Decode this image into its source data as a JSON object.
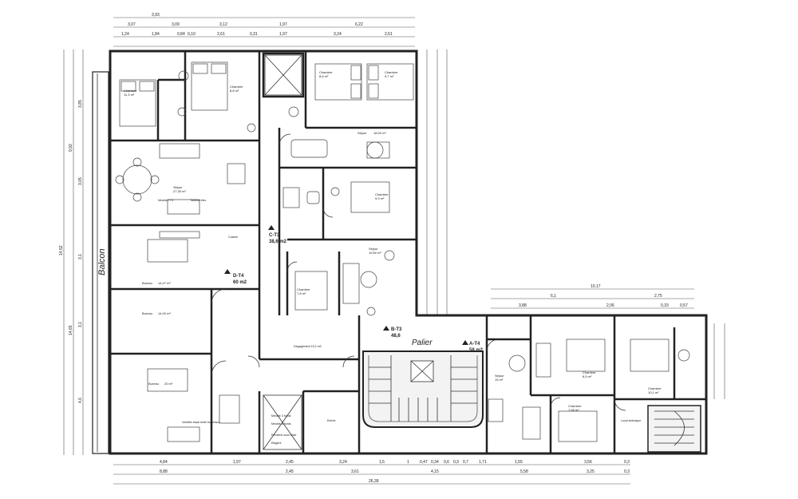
{
  "plan": {
    "balcony_label": "Balcon",
    "landing_label": "Palier",
    "units": [
      {
        "id": "C-T3",
        "area": "38,6 m2"
      },
      {
        "id": "D-T4",
        "area": "60 m2"
      },
      {
        "id": "B-T3",
        "area": "48,6"
      },
      {
        "id": "A-T4",
        "area": "58 m2"
      }
    ],
    "rooms": [
      {
        "name": "Chambre",
        "area": "11,3 m²"
      },
      {
        "name": "Chambre",
        "area": "8,8 m²"
      },
      {
        "name": "Chambre",
        "area": "8,6 m²"
      },
      {
        "name": "Chambre",
        "area": "9,7 m²"
      },
      {
        "name": "Séjour",
        "area": "18,00 m²"
      },
      {
        "name": "Séjour",
        "area": "27,30 m²"
      },
      {
        "name": "Chambre",
        "area": "9,9 m²"
      },
      {
        "name": "Séjour",
        "area": "19,60 m²"
      },
      {
        "name": "Chambre",
        "area": "7,8 m²"
      },
      {
        "name": "Bureau",
        "area": "14,07 m²"
      },
      {
        "name": "Bureau",
        "area": "14,00 m²"
      },
      {
        "name": "Bureau",
        "area": "20 m²"
      },
      {
        "name": "Séjour",
        "area": "19 m²"
      },
      {
        "name": "Chambre",
        "area": "8,5 m²"
      },
      {
        "name": "Chambre",
        "area": "10,1 m²"
      },
      {
        "name": "Chambre",
        "area": "7,58 m²"
      }
    ],
    "annotations": {
      "meuble_tv": "Meuble +TV",
      "tableau_elec": "Tableau élec.",
      "ventiles": "Ventilés essai\nboîte fourreaux",
      "meuble_3a": "Meuble 3 fonds",
      "meuble_3b": "Meuble 3 fonds",
      "penderie": "Penderie sous linier",
      "etagere": "Etagère",
      "local_tech": "Local technique",
      "degagement": "Dégagement 15,2 m2",
      "entree": "Entrée",
      "cuisine": "Cuisine"
    },
    "dims_top": [
      "3,93",
      "3,07",
      "3,09",
      "3,12",
      "1,97",
      "6,22"
    ],
    "dims_top2": [
      "1,24",
      "1,84",
      "0,84",
      "0,10",
      "2,61",
      "0,31",
      "1,97",
      "3,24",
      "2,61"
    ],
    "dims_bottom": [
      "4,84",
      "1,97",
      "2,45",
      "3,24",
      "1,5",
      "1",
      "0,47",
      "0,34",
      "0,6",
      "0,3",
      "0,7",
      "1,71",
      "1,55",
      "3,56",
      "0,3"
    ],
    "dims_bottom2": [
      "8,88",
      "2,45",
      "3,61",
      "4,15",
      "5,58",
      "3,25",
      "0,3"
    ],
    "dim_total": "26,39",
    "dims_right": [
      "10,17",
      "6,1",
      "2,75",
      "3,88",
      "2,06",
      "0,33",
      "0,57"
    ],
    "dims_left": [
      "9,92",
      "3,1",
      "3,1",
      "4,6",
      "14,52",
      "14,65",
      "3,85",
      "3,05"
    ]
  }
}
